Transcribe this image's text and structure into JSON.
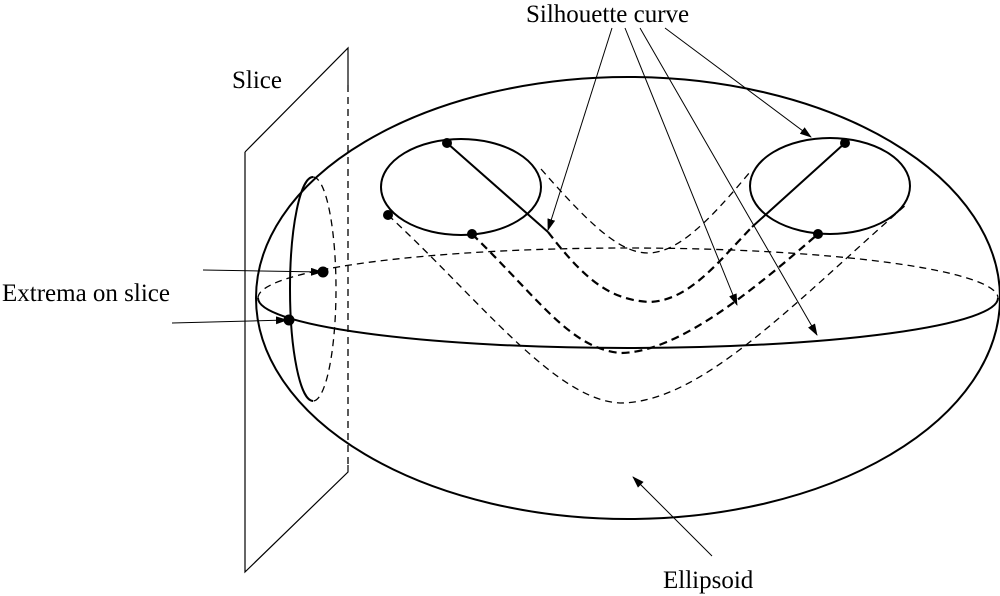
{
  "labels": {
    "silhouette": "Silhouette curve",
    "slice": "Slice",
    "extrema": "Extrema on slice",
    "ellipsoid": "Ellipsoid"
  },
  "colors": {
    "stroke": "#000000",
    "background": "#ffffff"
  }
}
